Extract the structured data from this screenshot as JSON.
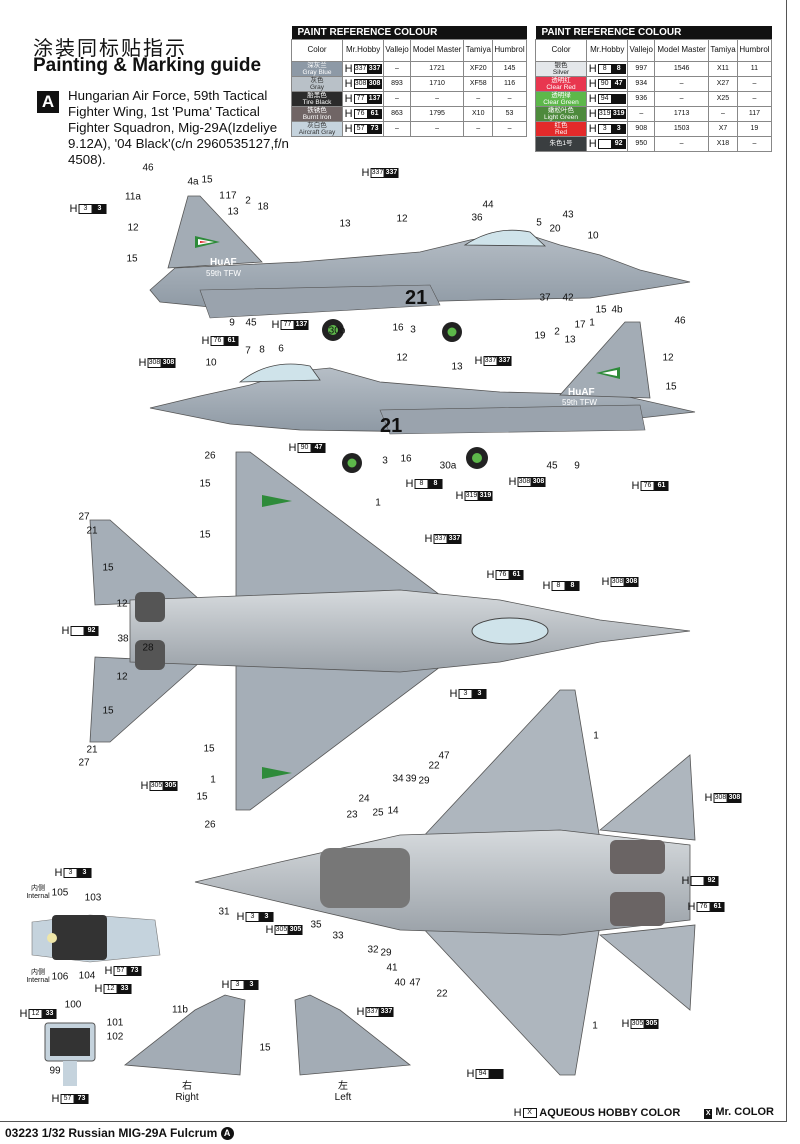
{
  "header": {
    "title_cn": "涂装同标贴指示",
    "title_en": "Painting & Marking guide",
    "scheme_letter": "A",
    "description": "Hungarian Air Force, 59th Tactical Fighter Wing, 1st 'Puma' Tactical Fighter Squadron, Mig-29A(Izdeliye 9.12A), '04 Black'(c/n 2960535127,f/n 4508)."
  },
  "paint_tables": [
    {
      "title": "PAINT  REFERENCE COLOUR",
      "columns": [
        "Color",
        "Mr.Hobby",
        "Vallejo",
        "Model Master",
        "Tamiya",
        "Humbrol"
      ],
      "rows": [
        {
          "cn": "深灰兰",
          "en": "Gray Blue",
          "swatch": "#8d99a6",
          "text": "#fff",
          "h": "337",
          "m": "337",
          "vallejo": "–",
          "mm": "1721",
          "tamiya": "XF20",
          "humbrol": "145"
        },
        {
          "cn": "灰色",
          "en": "Gray",
          "swatch": "#b9c1c8",
          "text": "#333",
          "h": "308",
          "m": "308",
          "vallejo": "893",
          "mm": "1710",
          "tamiya": "XF58",
          "humbrol": "116"
        },
        {
          "cn": "胎黑色",
          "en": "Tire Black",
          "swatch": "#2b2b2b",
          "text": "#fff",
          "h": "77",
          "m": "137",
          "vallejo": "–",
          "mm": "–",
          "tamiya": "–",
          "humbrol": "–"
        },
        {
          "cn": "铁锈色",
          "en": "Burnt Iron",
          "swatch": "#706565",
          "text": "#fff",
          "h": "76",
          "m": "61",
          "vallejo": "863",
          "mm": "1795",
          "tamiya": "X10",
          "humbrol": "53"
        },
        {
          "cn": "灰白色",
          "en": "Aircraft Gray",
          "swatch": "#c5d3dd",
          "text": "#333",
          "h": "57",
          "m": "73",
          "vallejo": "–",
          "mm": "–",
          "tamiya": "–",
          "humbrol": "–"
        }
      ]
    },
    {
      "title": "PAINT  REFERENCE COLOUR",
      "columns": [
        "Color",
        "Mr.Hobby",
        "Vallejo",
        "Model Master",
        "Tamiya",
        "Humbrol"
      ],
      "rows": [
        {
          "cn": "银色",
          "en": "Silver",
          "swatch": "#e4e7ea",
          "text": "#222",
          "h": "8",
          "m": "8",
          "vallejo": "997",
          "mm": "1546",
          "tamiya": "X11",
          "humbrol": "11"
        },
        {
          "cn": "透明红",
          "en": "Clear Red",
          "swatch": "#e8364f",
          "text": "#fff",
          "h": "90",
          "m": "47",
          "vallejo": "934",
          "mm": "–",
          "tamiya": "X27",
          "humbrol": "–"
        },
        {
          "cn": "透明绿",
          "en": "Clear Green",
          "swatch": "#5db84a",
          "text": "#fff",
          "h": "94",
          "m": "",
          "vallejo": "936",
          "mm": "–",
          "tamiya": "X25",
          "humbrol": "–"
        },
        {
          "cn": "嫩松叶色",
          "en": "Light Green",
          "swatch": "#4d8a3c",
          "text": "#fff",
          "h": "319",
          "m": "319",
          "vallejo": "–",
          "mm": "1713",
          "tamiya": "–",
          "humbrol": "117"
        },
        {
          "cn": "红色",
          "en": "Red",
          "swatch": "#e32a2a",
          "text": "#fff",
          "h": "3",
          "m": "3",
          "vallejo": "908",
          "mm": "1503",
          "tamiya": "X7",
          "humbrol": "19"
        },
        {
          "cn": "朱色1号",
          "en": "",
          "swatch": "#3a3e40",
          "text": "#fff",
          "h": "",
          "m": "92",
          "vallejo": "950",
          "mm": "–",
          "tamiya": "X18",
          "humbrol": "–"
        }
      ]
    }
  ],
  "h_prefix": "H",
  "markings": {
    "national": "HuAF",
    "unit": "59th TFW",
    "number": "21"
  },
  "callouts": [
    "46",
    "11a",
    "4a",
    "15",
    "1",
    "17",
    "13",
    "2",
    "18",
    "12",
    "15",
    "13",
    "12",
    "44",
    "36",
    "5",
    "20",
    "43",
    "10",
    "9",
    "45",
    "30b",
    "16",
    "3",
    "37",
    "42",
    "10",
    "7",
    "8",
    "6",
    "12",
    "13",
    "19",
    "2",
    "13",
    "17",
    "1",
    "15",
    "4b",
    "46",
    "12",
    "15",
    "26",
    "3",
    "16",
    "30a",
    "45",
    "9",
    "15",
    "27",
    "21",
    "1",
    "15",
    "15",
    "12",
    "38",
    "28",
    "12",
    "15",
    "15",
    "21",
    "27",
    "1",
    "15",
    "26",
    "1",
    "47",
    "22",
    "34",
    "39",
    "29",
    "24",
    "23",
    "25",
    "14",
    "31",
    "35",
    "33",
    "32",
    "29",
    "41",
    "40",
    "47",
    "22",
    "1",
    "105",
    "103",
    "106",
    "104",
    "100",
    "101",
    "102",
    "99",
    "11b",
    "15"
  ],
  "chips": [
    [
      "3",
      "3"
    ],
    [
      "337",
      "337"
    ],
    [
      "77",
      "137"
    ],
    [
      "308",
      "308"
    ],
    [
      "76",
      "61"
    ],
    [
      "337",
      "337"
    ],
    [
      "90",
      "47"
    ],
    [
      "8",
      "8"
    ],
    [
      "319",
      "319"
    ],
    [
      "308",
      "308"
    ],
    [
      "76",
      "61"
    ],
    [
      "337",
      "337"
    ],
    [
      "76",
      "61"
    ],
    [
      "8",
      "8"
    ],
    [
      "308",
      "308"
    ],
    [
      "",
      "92"
    ],
    [
      "3",
      "3"
    ],
    [
      "305",
      "305"
    ],
    [
      "308",
      "308"
    ],
    [
      "",
      "92"
    ],
    [
      "76",
      "61"
    ],
    [
      "3",
      "3"
    ],
    [
      "305",
      "305"
    ],
    [
      "305",
      "305"
    ],
    [
      "94",
      ""
    ],
    [
      "3",
      "3"
    ],
    [
      "57",
      "73"
    ],
    [
      "12",
      "33"
    ],
    [
      "12",
      "33"
    ],
    [
      "57",
      "73"
    ],
    [
      "3",
      "3"
    ],
    [
      "337",
      "337"
    ]
  ],
  "detail_labels": {
    "internal_cn": "内侧",
    "internal_en": "Internal",
    "right_cn": "右",
    "right_en": "Right",
    "left_cn": "左",
    "left_en": "Left"
  },
  "legend": {
    "aqueous": "AQUEOUS HOBBY COLOR",
    "mr_color": "Mr. COLOR",
    "chip_sample": "X"
  },
  "footer": {
    "code": "03223 1/32  Russian MIG-29A Fulcrum",
    "letter": "A"
  }
}
